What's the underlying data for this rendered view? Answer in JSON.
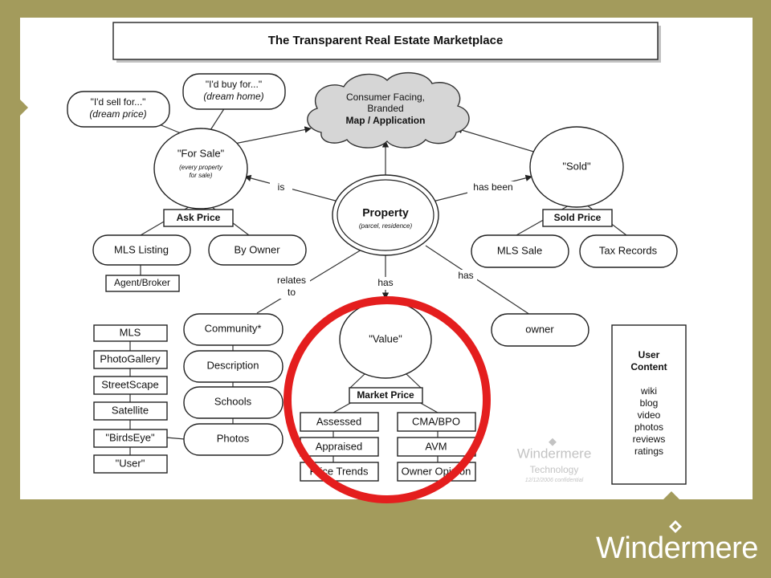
{
  "title": "The Transparent Real Estate Marketplace",
  "cloud": {
    "line1": "Consumer Facing,",
    "line2": "Branded",
    "line3": "Map / Application"
  },
  "property": {
    "label": "Property",
    "sub": "(parcel, residence)"
  },
  "for_sale": {
    "label": "\"For Sale\"",
    "sub1": "(every property",
    "sub2": "for sale)",
    "price": "Ask Price"
  },
  "sold": {
    "label": "\"Sold\"",
    "price": "Sold Price"
  },
  "value": {
    "label": "\"Value\"",
    "price": "Market Price"
  },
  "bubbles": {
    "sell_1": "\"I'd sell for...\"",
    "sell_2": "(dream price)",
    "buy_1": "\"I'd buy for...\"",
    "buy_2": "(dream home)"
  },
  "edges": {
    "is": "is",
    "has_been": "has been",
    "relates_1": "relates",
    "relates_2": "to",
    "has_value": "has",
    "has_owner": "has"
  },
  "sources": {
    "mls_listing": "MLS Listing",
    "agent_broker": "Agent/Broker",
    "by_owner": "By Owner",
    "mls_sale": "MLS Sale",
    "tax_records": "Tax Records",
    "owner": "owner"
  },
  "community": {
    "items": [
      "Community*",
      "Description",
      "Schools",
      "Photos"
    ]
  },
  "photos": {
    "items": [
      "MLS",
      "PhotoGallery",
      "StreetScape",
      "Satellite",
      "\"BirdsEye\"",
      "\"User\""
    ]
  },
  "valuation": {
    "left": [
      "Assessed",
      "Appraised",
      "Price Trends"
    ],
    "right": [
      "CMA/BPO",
      "AVM",
      "Owner Opinion"
    ]
  },
  "user_content": {
    "title1": "User",
    "title2": "Content",
    "items": [
      "wiki",
      "blog",
      "video",
      "photos",
      "reviews",
      "ratings"
    ]
  },
  "watermark": {
    "brand": "Windermere",
    "sub": "Technology",
    "note": "12/12/2006 confidential"
  },
  "footer_brand": "Windermere",
  "colors": {
    "frame": "#a39b5c",
    "highlight": "#e41e1e"
  }
}
